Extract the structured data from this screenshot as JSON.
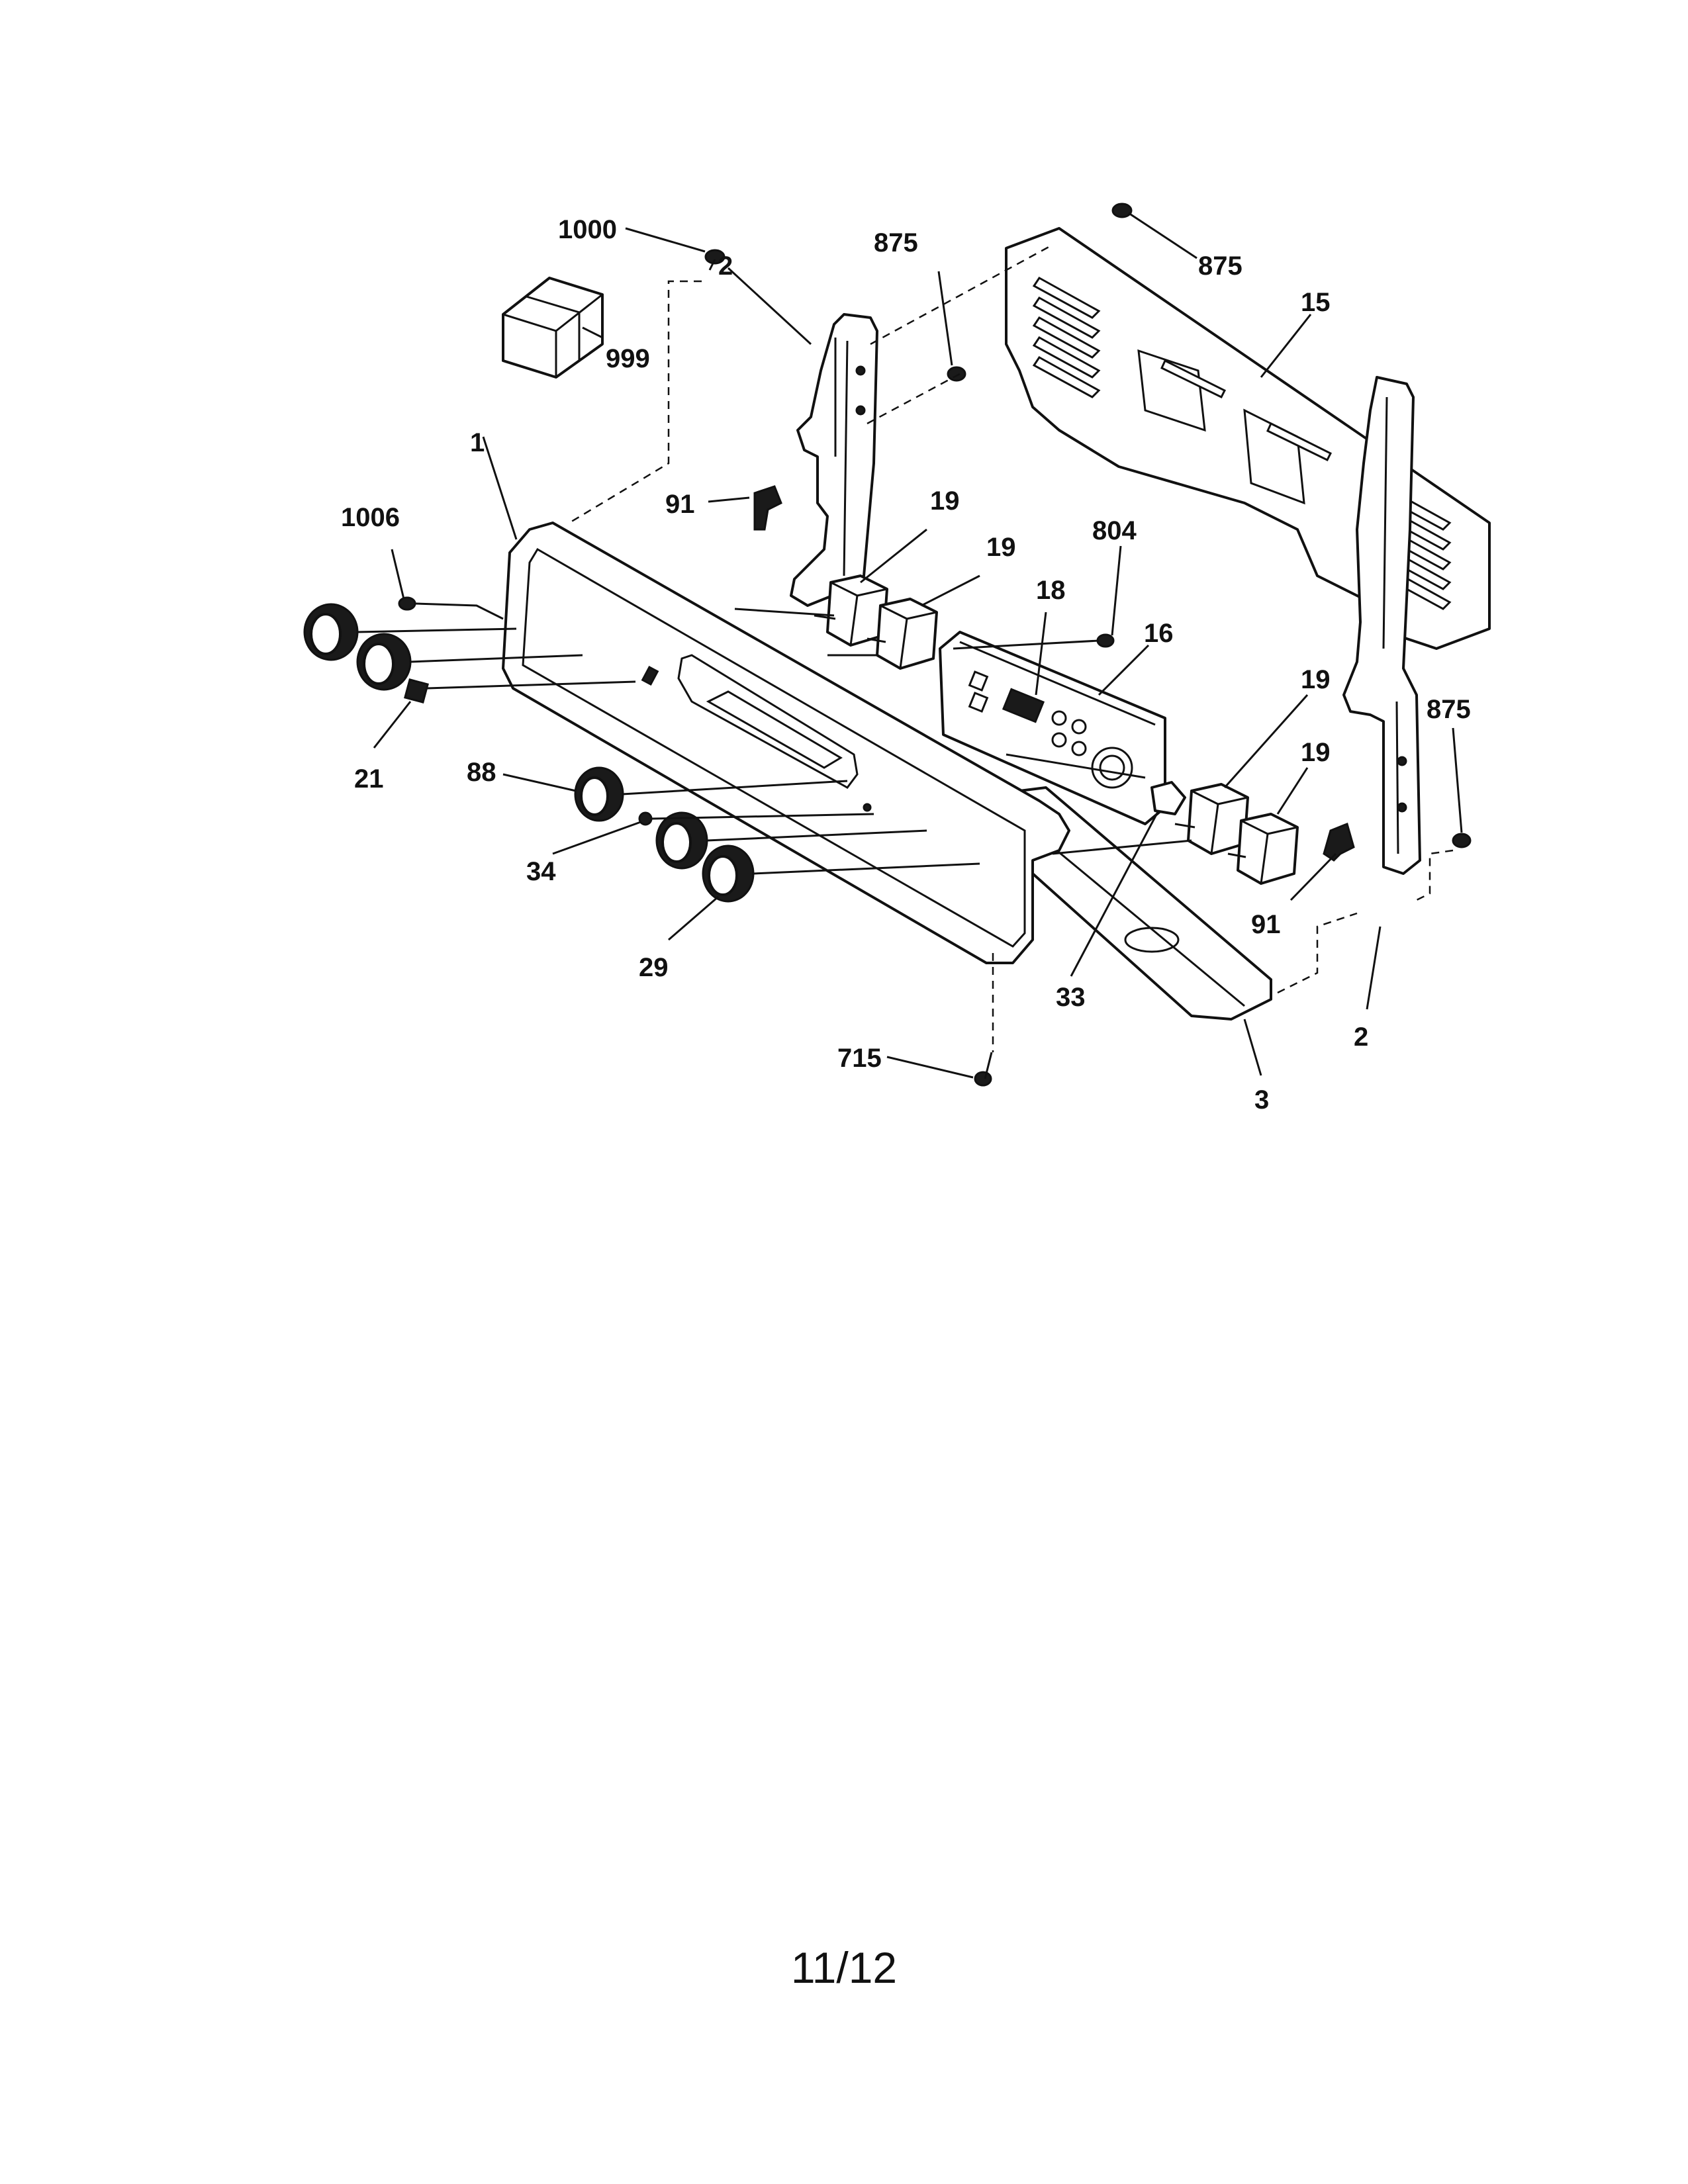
{
  "callouts": {
    "p1000": "1000",
    "p2_left": "2",
    "p875_top": "875",
    "p875_panel": "875",
    "p15": "15",
    "p999": "999",
    "p1": "1",
    "p91_left": "91",
    "p19_a": "19",
    "p19_b": "19",
    "p804": "804",
    "p1006": "1006",
    "p18": "18",
    "p16": "16",
    "p19_c": "19",
    "p875_right": "875",
    "p19_d": "19",
    "p21": "21",
    "p88": "88",
    "p34": "34",
    "p91_right": "91",
    "p29": "29",
    "p33": "33",
    "p2_right": "2",
    "p715": "715",
    "p3": "3"
  },
  "page_number": "11/12"
}
